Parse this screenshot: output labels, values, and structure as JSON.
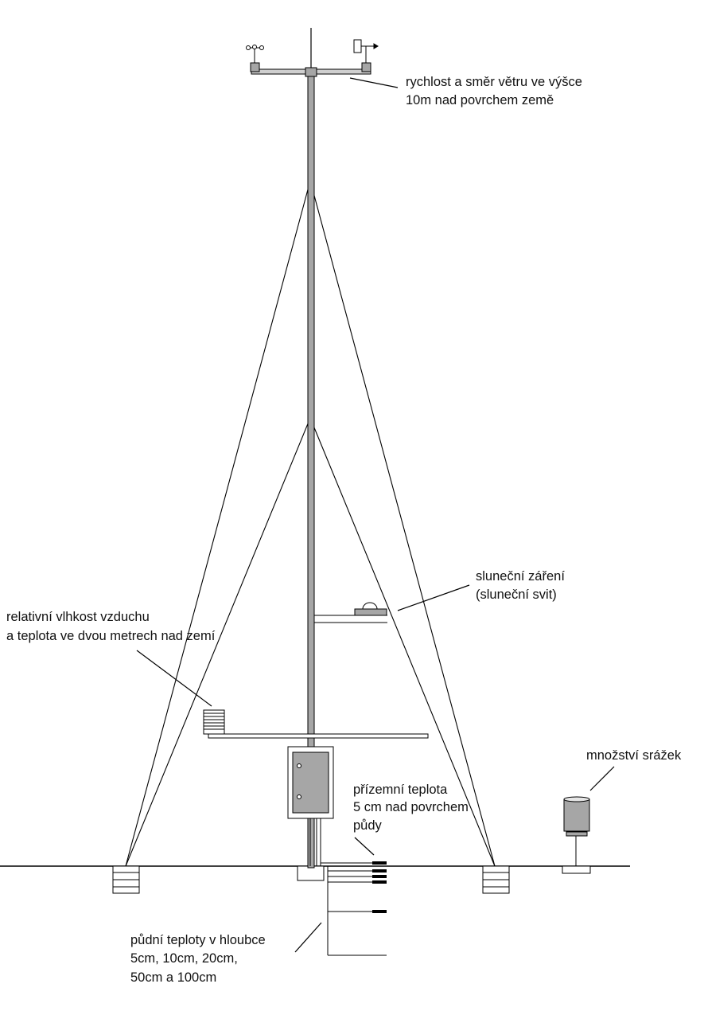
{
  "labels": {
    "wind": [
      "rychlost a směr větru ve výšce",
      "10m nad povrchem země"
    ],
    "solar": [
      "sluneční záření",
      "(sluneční svit)"
    ],
    "humidity": [
      "relativní vlhkost vzduchu",
      "a teplota ve dvou metrech nad zemí"
    ],
    "precipitation": [
      "množství srážek"
    ],
    "ground_temp": [
      "přízemní teplota",
      "5 cm nad povrchem",
      "půdy"
    ],
    "soil_temp": [
      "půdní teploty v hloubce",
      "5cm, 10cm, 20cm,",
      "50cm a 100cm"
    ]
  }
}
